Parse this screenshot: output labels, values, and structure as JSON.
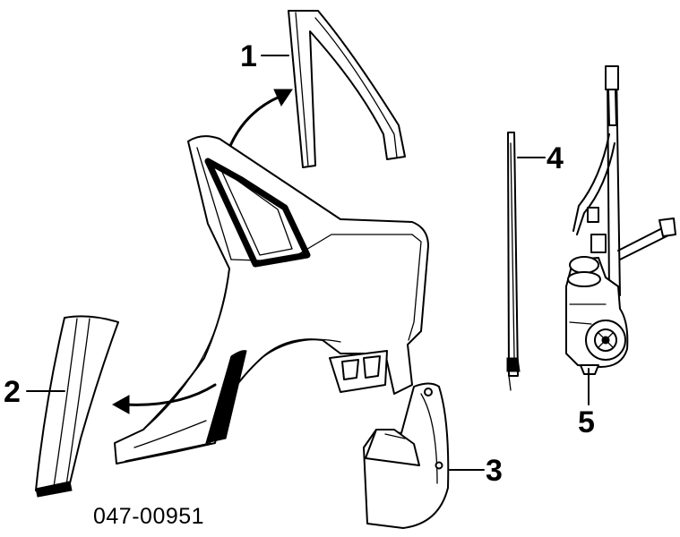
{
  "callouts": {
    "c1": "1",
    "c2": "2",
    "c3": "3",
    "c4": "4",
    "c5": "5"
  },
  "part_number": "047-00951",
  "icons": {
    "glass_run": "door-glass-run-channel-drawing",
    "pillar_trim": "pillar-trim-drawing",
    "mud_flap": "mud-flap-drawing",
    "antenna_mast": "antenna-mast-drawing",
    "antenna_motor": "power-antenna-motor-drawing",
    "quarter_panel": "rear-quarter-panel-drawing"
  }
}
